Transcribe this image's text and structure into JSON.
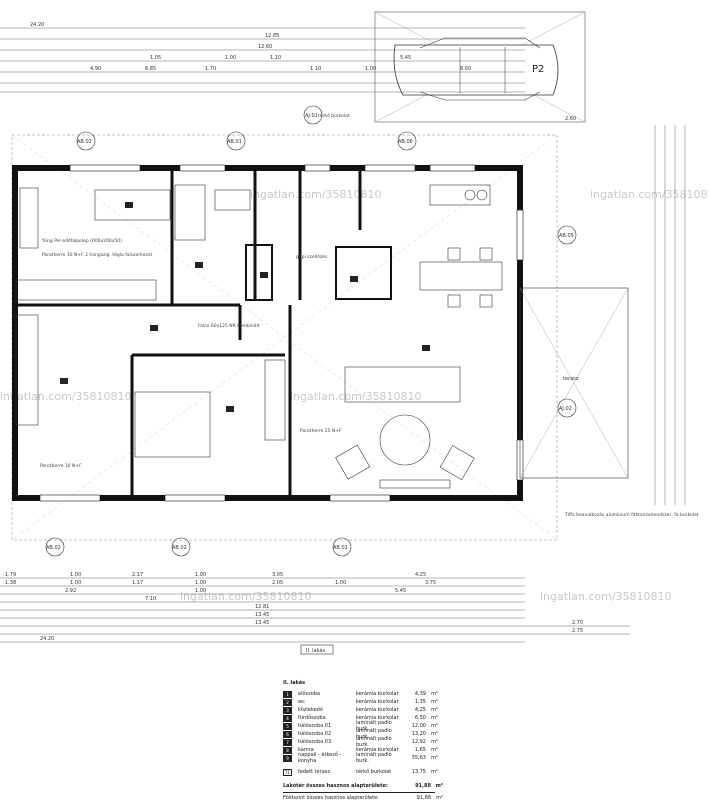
{
  "watermark": "ingatlan.com/35810810",
  "parking_label": "P2",
  "unit_badge": "II. lakás",
  "terrace_note": "Tiffa beavatkozás alumínium fittkonzolrendszer, fa burkolat",
  "top_dims": [
    "24.20",
    "12.85",
    "12.60",
    "1.00",
    "1.10",
    "1.00",
    "1.05",
    "4.90",
    "6.85",
    "1.70",
    "1.10",
    "5.45",
    "8.60",
    "2.60"
  ],
  "bottom_dims": [
    "1.79",
    "1.00",
    "2.17",
    "1.00",
    "3.05",
    "4.25",
    "1.38",
    "1.00",
    "1.17",
    "1.00",
    "2.05",
    "1.00",
    "3.75",
    "2.92",
    "1.00",
    "5.45",
    "7.10",
    "12.81",
    "13.45",
    "13.45",
    "24.20",
    "2.70",
    "2.75"
  ],
  "axis_tags": [
    "AB.02",
    "AB.01",
    "AB.06",
    "AJ.01",
    "AB.05",
    "AJ.02",
    "AB.02",
    "AB.02",
    "AB.01"
  ],
  "room_notes": [
    "Yüng Pel edőfalpolep (600x200x50)",
    "Porotherm 30 N+F 2 hangszig. tégla falszerkezet",
    "Porotherm 25 N+F",
    "Falco 60x125 NR kombinált",
    "gépi szellőzés",
    "Porotherm 10 N+F",
    "térkő burkolat",
    "terasz"
  ],
  "legend": {
    "title": "II. lakás",
    "rows": [
      {
        "no": "1",
        "name": "előszoba",
        "floor": "kerámia burkolat",
        "area": "4,39",
        "unit": "m²"
      },
      {
        "no": "2",
        "name": "wc",
        "floor": "kerámia burkolat",
        "area": "1,35",
        "unit": "m²"
      },
      {
        "no": "3",
        "name": "közlekedő",
        "floor": "kerámia burkolat",
        "area": "4,25",
        "unit": "m²"
      },
      {
        "no": "4",
        "name": "fürdőszoba",
        "floor": "kerámia burkolat",
        "area": "6,50",
        "unit": "m²"
      },
      {
        "no": "5",
        "name": "hálószoba 01",
        "floor": "laminált padló burk.",
        "area": "12,00",
        "unit": "m²"
      },
      {
        "no": "6",
        "name": "hálószoba 02",
        "floor": "laminált padló burk.",
        "area": "13,20",
        "unit": "m²"
      },
      {
        "no": "7",
        "name": "hálószoba 03",
        "floor": "laminált padló burk.",
        "area": "12,92",
        "unit": "m²"
      },
      {
        "no": "8",
        "name": "kamra",
        "floor": "kerámia burkolat",
        "area": "1,65",
        "unit": "m²"
      },
      {
        "no": "9",
        "name": "nappali - étkező - konyha",
        "floor": "laminált padló burk.",
        "area": "35,63",
        "unit": "m²"
      }
    ],
    "terrace": {
      "no": "T1",
      "name": "fedett terasz",
      "floor": "térkő burkolat",
      "area": "13,75",
      "unit": "m²"
    },
    "sum1": {
      "name": "Lakótér összes hasznos alapterülete:",
      "area": "91,88",
      "unit": "m²"
    },
    "sum2": {
      "name": "Földszint összes hasznos alapterülete:",
      "area": "91,88",
      "unit": "m²"
    }
  }
}
